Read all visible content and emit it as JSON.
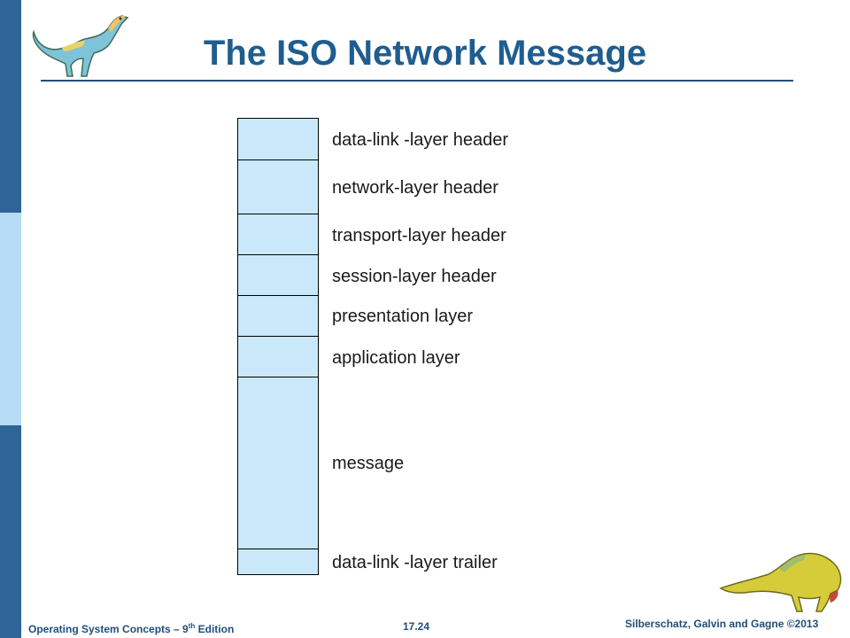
{
  "slide": {
    "title": "The ISO Network Message",
    "layers": [
      {
        "label": "data-link -layer header"
      },
      {
        "label": "network-layer header"
      },
      {
        "label": "transport-layer header"
      },
      {
        "label": "session-layer header"
      },
      {
        "label": "presentation layer"
      },
      {
        "label": "application layer"
      },
      {
        "label": "message"
      },
      {
        "label": "data-link -layer trailer"
      }
    ]
  },
  "footer": {
    "book_prefix": "Operating System Concepts – 9",
    "book_sup": "th",
    "book_suffix": " Edition",
    "page": "17.24",
    "copyright": "Silberschatz, Galvin and Gagne ©2013"
  },
  "colors": {
    "title": "#1f5d8f",
    "rule": "#1f4e79",
    "sidebar_dark": "#2e6496",
    "sidebar_light": "#b7dcf5",
    "cell_fill": "#c9e9fa",
    "footer_text": "#1f4e79"
  },
  "icons": {
    "left_logo": "dinosaur-icon",
    "right_logo": "dinosaur-icon"
  }
}
